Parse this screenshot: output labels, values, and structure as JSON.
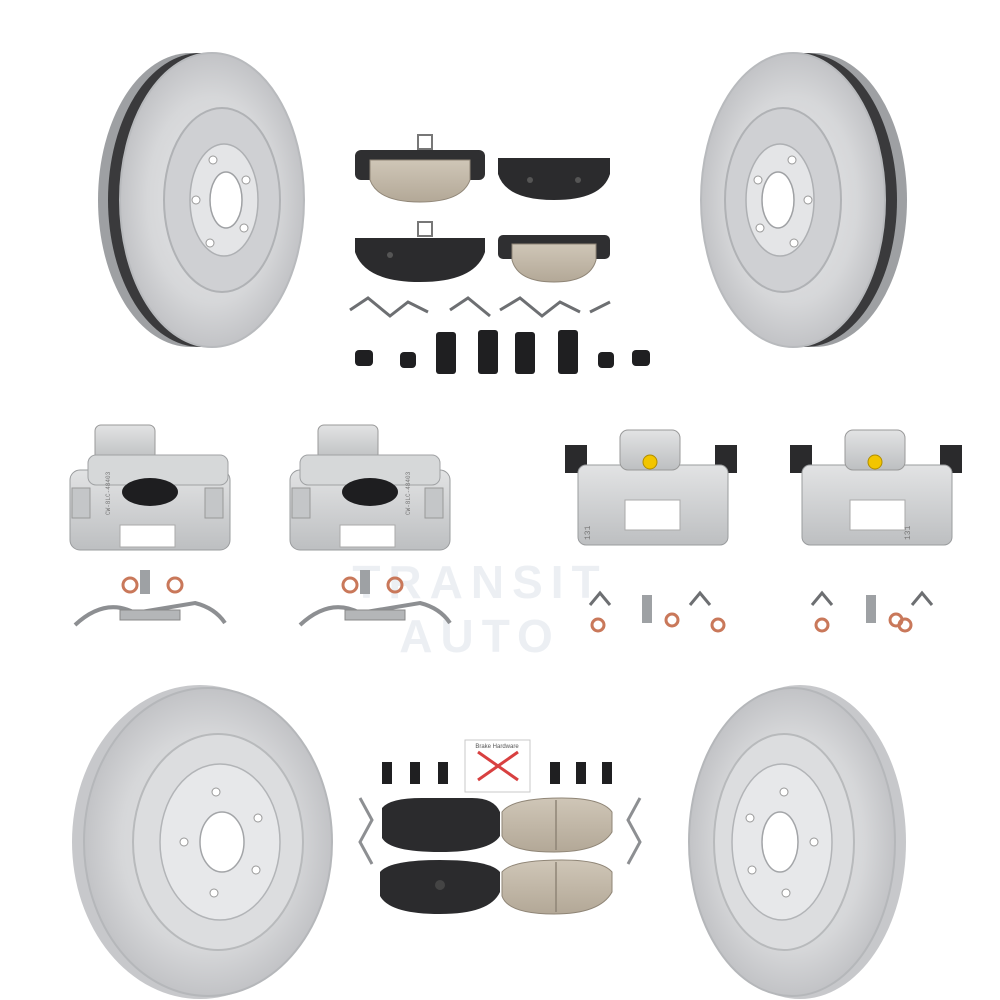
{
  "watermark": {
    "text": "TRANSIT AUTO"
  },
  "caliper_stamps": {
    "front_left": "CW-8LC-48403",
    "front_right": "CW-8LC-48403",
    "rear_left": "131",
    "rear_right": "131"
  },
  "pad_box_label": "Brake Hardware",
  "colors": {
    "rotor_face": "#d9dadc",
    "rotor_edge": "#b9bbbe",
    "caliper": "#cfd1d2",
    "pad_ceramic": "#c2b8a8",
    "pad_backing": "#2b2b2d",
    "piston_black": "#1e1e20",
    "bleeder_yellow": "#f2c500",
    "washer_copper": "#c9785a"
  }
}
